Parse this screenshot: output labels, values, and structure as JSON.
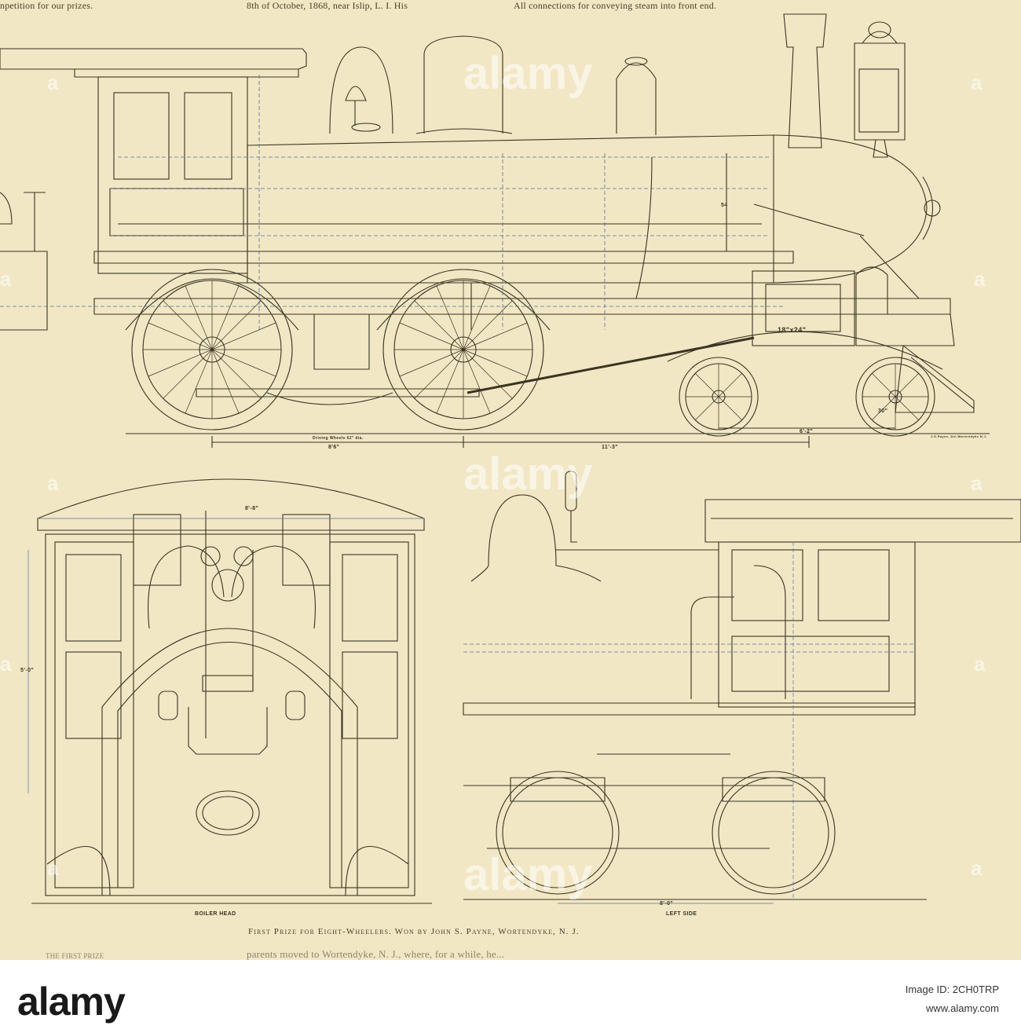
{
  "header": {
    "left_snippet": "npetition for our prizes.",
    "middle_snippet": "8th of October, 1868, near Islip, L. I. His",
    "right_snippet": "All connections for conveying steam into front end."
  },
  "drawing": {
    "dim_8_6": "8'6\"",
    "dim_11_3": "11'-3\"",
    "dim_6_2": "6'-2\"",
    "dim_8_8": "8'-8\"",
    "dim_5_0": "5'-0\"",
    "dim_8_0": "8'-0\"",
    "dim_30": "30\"",
    "dim_54": "54",
    "cylinder": "18\"x24\"",
    "driving_wheels": "Driving Wheels 62\" dia.",
    "engraver_mark": "J.S.Payne, Del.Wortendyke N.J."
  },
  "labels": {
    "boiler_head": "BOILER HEAD",
    "left_side": "LEFT SIDE"
  },
  "caption": "First Prize for Eight-Wheelers.   Won by John S. Payne, Wortendyke, N. J.",
  "bottom": {
    "left_snippet": "THE FIRST PRIZE",
    "right_snippet": "parents moved to Wortendyke, N. J., where, for a while, he..."
  },
  "watermark": {
    "brand": "alamy",
    "letter": "a"
  },
  "footer": {
    "logo": "alamy",
    "image_id_label": "Image ID: 2CH0TRP",
    "site": "www.alamy.com"
  },
  "colors": {
    "paper": "#f1e7c4",
    "ink": "#3b3422",
    "blue_line": "#5a6f9a"
  }
}
